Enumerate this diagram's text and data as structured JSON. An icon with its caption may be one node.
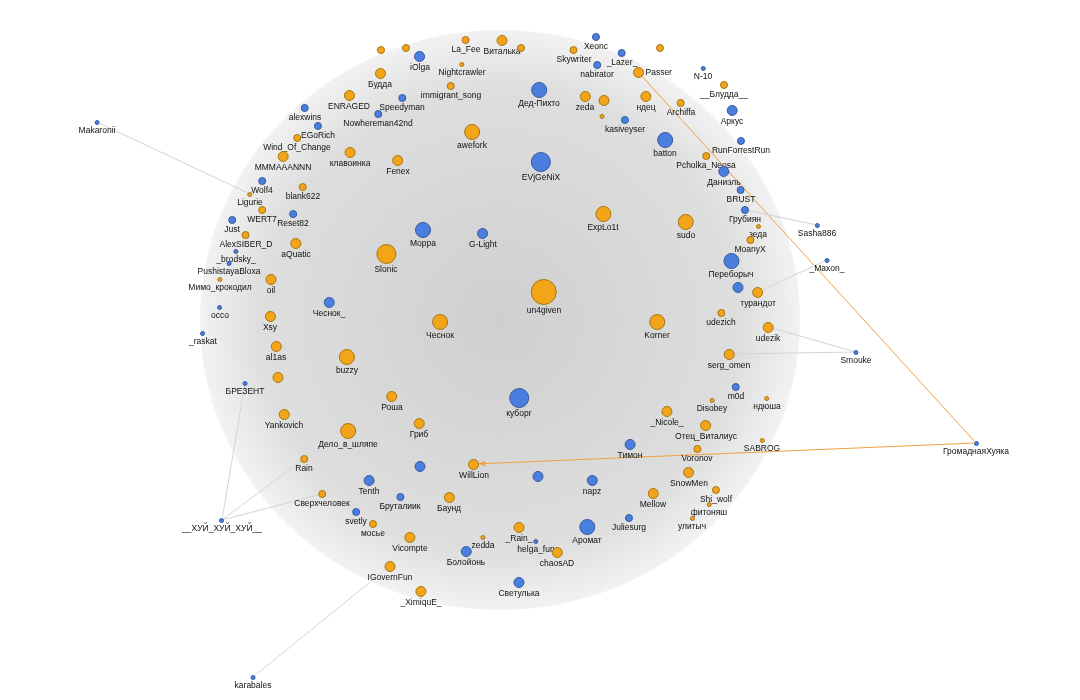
{
  "diagram": {
    "nodes": [
      {
        "text": [
          "nabirator"
        ]
      },
      {
        "text": [
          "La_Fee"
        ]
      },
      {
        "text": [
          "Виталька"
        ]
      },
      {
        "text": [
          "Xeonc"
        ]
      },
      {
        "text": [
          "Skywriter"
        ]
      },
      {
        "text": [
          "_Lazer_"
        ]
      },
      {
        "text": [
          "iOlga"
        ]
      },
      {
        "text": [
          "Nightcrawler"
        ]
      },
      {
        "text": [
          "Passer"
        ]
      },
      {
        "text": [
          "N-10"
        ]
      },
      {
        "text": [
          "Будда"
        ]
      },
      {
        "text": [
          "immigrant_song"
        ]
      },
      {
        "text": [
          "__Блудда__"
        ]
      },
      {
        "text": [
          "ENRAGED"
        ]
      },
      {
        "text": [
          "Speedyman"
        ]
      },
      {
        "text": [
          "Дед-Пихто"
        ]
      },
      {
        "text": [
          "zeda"
        ]
      },
      {
        "text": [
          "ндец"
        ]
      },
      {
        "text": [
          "Archiffa"
        ]
      },
      {
        "text": [
          "Аркус"
        ]
      },
      {
        "text": [
          "Nowhereman42nd"
        ]
      },
      {
        "text": [
          "alexwins"
        ]
      },
      {
        "text": [
          "EGoRich"
        ]
      },
      {
        "text": [
          "kasiveyser"
        ]
      },
      {
        "text": [
          "awefork"
        ]
      },
      {
        "text": [
          "RunForrestRun"
        ]
      },
      {
        "text": [
          "batton"
        ]
      },
      {
        "text": [
          "Wind_Of_Change"
        ]
      },
      {
        "text": [
          "MMMAAANNN"
        ]
      },
      {
        "text": [
          "клавоинка"
        ]
      },
      {
        "text": [
          "Fenex"
        ]
      },
      {
        "text": [
          "EVjGeNiX"
        ]
      },
      {
        "text": [
          "Pcholka_Neosa"
        ]
      },
      {
        "text": [
          "Даниэль"
        ]
      },
      {
        "text": [
          "Wolf4"
        ]
      },
      {
        "text": [
          "blank622"
        ]
      },
      {
        "text": [
          "Ligurie"
        ]
      },
      {
        "text": [
          "BRUST"
        ]
      },
      {
        "text": [
          "Moppa"
        ]
      },
      {
        "text": [
          "G-Light"
        ]
      },
      {
        "text": [
          "ExpLo1t"
        ]
      },
      {
        "text": [
          "sudo"
        ]
      },
      {
        "text": [
          "Грубиян"
        ]
      },
      {
        "text": [
          "WERT7"
        ]
      },
      {
        "text": [
          "Reset82"
        ]
      },
      {
        "text": [
          "Just"
        ]
      },
      {
        "text": [
          "зеда"
        ]
      },
      {
        "text": [
          "AlexSIBER_D"
        ]
      },
      {
        "text": [
          "aQuatic"
        ]
      },
      {
        "text": [
          "MoanyX"
        ]
      },
      {
        "text": [
          "_brodsky_"
        ]
      },
      {
        "text": [
          "Slonic"
        ]
      },
      {
        "text": [
          "Sasha886"
        ]
      },
      {
        "text": [
          "PushistayaBloxa"
        ]
      },
      {
        "text": [
          "Переборыч"
        ]
      },
      {
        "text": [
          "_Maxon_"
        ]
      },
      {
        "text": [
          "Мимо_крокодил"
        ]
      },
      {
        "text": [
          "oil"
        ]
      },
      {
        "text": [
          "un4given"
        ]
      },
      {
        "text": [
          "турандот"
        ]
      },
      {
        "text": [
          "occo"
        ]
      },
      {
        "text": [
          "Xsy"
        ]
      },
      {
        "text": [
          "Чеснок_"
        ]
      },
      {
        "text": [
          "Чеснок"
        ]
      },
      {
        "text": [
          "Korner"
        ]
      },
      {
        "text": [
          "udezich"
        ]
      },
      {
        "text": [
          "udezik"
        ]
      },
      {
        "text": [
          "_raskat"
        ]
      },
      {
        "text": [
          "al1as"
        ]
      },
      {
        "text": [
          "Smouke"
        ]
      },
      {
        "text": [
          "buzzy"
        ]
      },
      {
        "text": [
          "serg_omen"
        ]
      },
      {
        "text": [],
        "shape": "circle"
      },
      {
        "text": [
          "БРЕЗЕНТ"
        ]
      },
      {
        "text": [
          "m0d"
        ]
      },
      {
        "text": [
          "Роша"
        ]
      },
      {
        "text": [
          "куборг"
        ]
      },
      {
        "text": [
          "Disobey"
        ]
      },
      {
        "text": [
          "ндюша"
        ]
      },
      {
        "text": [
          "Yankovich"
        ]
      },
      {
        "text": [
          "Гриб"
        ]
      },
      {
        "text": [
          "_Nicole_"
        ]
      },
      {
        "text": [
          "Отец_Виталиус"
        ]
      },
      {
        "text": [
          "Дело_в_шляпе"
        ]
      },
      {
        "text": [
          "Тимон"
        ]
      },
      {
        "text": [
          "SABROG"
        ]
      },
      {
        "text": [
          "ГромаднаяХуяка"
        ]
      },
      {
        "text": [
          "Voronov"
        ]
      },
      {
        "text": [
          "Rain"
        ]
      },
      {
        "text": [
          "WillLion"
        ]
      },
      {
        "text": [
          "SnowMen"
        ]
      },
      {
        "text": [],
        "shape": "circle"
      },
      {
        "text": [
          "napz"
        ]
      },
      {
        "text": [
          "Tenth"
        ]
      },
      {
        "text": [
          "Shi_wolf"
        ]
      },
      {
        "text": [
          "Сверхчеловек"
        ]
      },
      {
        "text": [
          "Mellow"
        ]
      },
      {
        "text": [
          "Бруталиик"
        ]
      },
      {
        "text": [
          "Баунд"
        ]
      },
      {
        "text": [
          "фитоняш"
        ]
      },
      {
        "text": [
          "svetly"
        ]
      },
      {
        "text": [
          "мосье"
        ]
      },
      {
        "text": [
          "Juliesurg"
        ]
      },
      {
        "text": [
          "улитыч"
        ]
      },
      {
        "text": [
          "Vicompte"
        ]
      },
      {
        "text": [
          "_Rain_"
        ]
      },
      {
        "text": [
          "zedda"
        ]
      },
      {
        "text": [
          "Аромат"
        ]
      },
      {
        "text": [
          "helga_fun"
        ]
      },
      {
        "text": [
          "Болойонь"
        ]
      },
      {
        "text": [
          "chaosAD"
        ]
      },
      {
        "text": [
          "IGovernFun"
        ]
      },
      {
        "text": [
          "Светулька"
        ]
      },
      {
        "text": [
          "_XimiquE_"
        ]
      },
      {
        "text": [
          "__ХУЙ_ХУЙ_ХУЙ__"
        ]
      },
      {
        "text": [
          "karabales"
        ]
      },
      {
        "text": [
          "Makaronii"
        ]
      },
      {
        "text": [],
        "shape": "circle"
      },
      {
        "text": [],
        "shape": "circle"
      },
      {
        "text": [],
        "shape": "circle"
      },
      {
        "text": [],
        "shape": "circle"
      },
      {
        "text": [],
        "shape": "circle"
      },
      {
        "text": [],
        "shape": "circle"
      },
      {
        "text": [],
        "shape": "circle"
      },
      {
        "text": [],
        "shape": "circle"
      }
    ],
    "edges": [
      {
        "from": 86,
        "to": 89,
        "arrow": "to",
        "color": "#f0a040"
      },
      {
        "from": 86,
        "to": 8,
        "arrow": "none",
        "color": "#f0a040"
      },
      {
        "from": 116,
        "to": 36,
        "arrow": "none"
      },
      {
        "from": 115,
        "to": 111,
        "arrow": "none"
      },
      {
        "from": 114,
        "to": 88,
        "arrow": "none"
      },
      {
        "from": 114,
        "to": 73,
        "arrow": "none"
      },
      {
        "from": 114,
        "to": 95,
        "arrow": "none"
      },
      {
        "from": 69,
        "to": 66,
        "arrow": "none"
      },
      {
        "from": 69,
        "to": 71,
        "arrow": "none"
      },
      {
        "from": 52,
        "to": 42,
        "arrow": "none"
      },
      {
        "from": 55,
        "to": 59,
        "arrow": "none"
      }
    ]
  }
}
